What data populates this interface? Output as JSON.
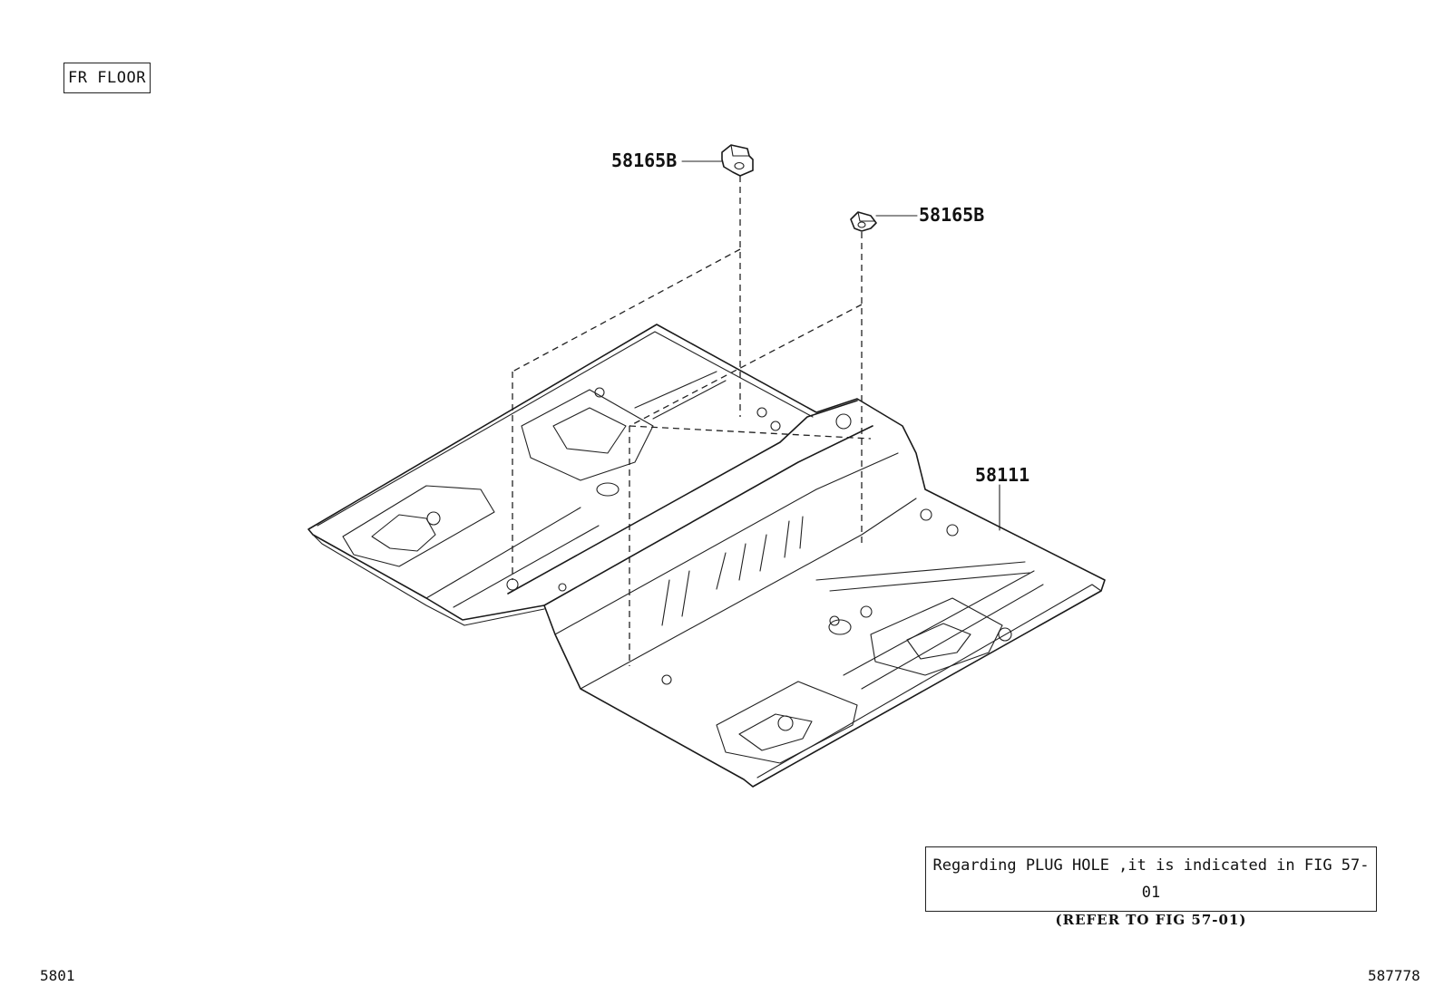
{
  "section_label": "FR FLOOR",
  "parts": {
    "bracket_top": "58165B",
    "bracket_right": "58165B",
    "floor_panel": "58111"
  },
  "note": {
    "line1": "Regarding PLUG HOLE ,it is indicated in FIG 57-01",
    "line2": "(REFER TO FIG 57-01)"
  },
  "footer": {
    "left": "5801",
    "right": "587778"
  }
}
